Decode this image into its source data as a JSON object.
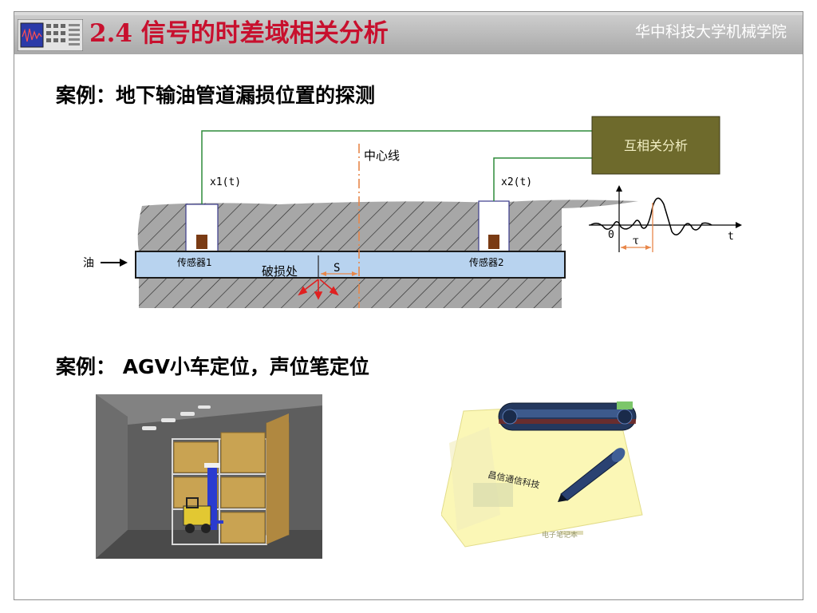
{
  "header": {
    "title": "2.4 信号的时差域相关分析",
    "organization": "华中科技大学机械学院"
  },
  "content": {
    "case1_heading": "案例：地下输油管道漏损位置的探测",
    "case2_heading": "案例： AGV小车定位，声位笔定位"
  },
  "pipeline_diagram": {
    "center_line_label": "中心线",
    "x1_label": "x1(t)",
    "x2_label": "x2(t)",
    "correlator_label": "互相关分析",
    "oil_label": "油",
    "sensor1_label": "传感器1",
    "sensor2_label": "传感器2",
    "leak_label": "破损处",
    "s_label": "S",
    "origin_label": "0",
    "tau_label": "τ",
    "t_label": "t"
  },
  "pen_photo": {
    "pen_text": "电子笔记本",
    "body_text": "昌信通信科技"
  },
  "colors": {
    "title_red": "#c8102e",
    "pipe_blue": "#b8d3ef",
    "hatch_gray": "#a7a7a7",
    "correlator_olive": "#6e6a2c",
    "wire_green": "#2e8b3a",
    "center_orange": "#e8874a"
  }
}
